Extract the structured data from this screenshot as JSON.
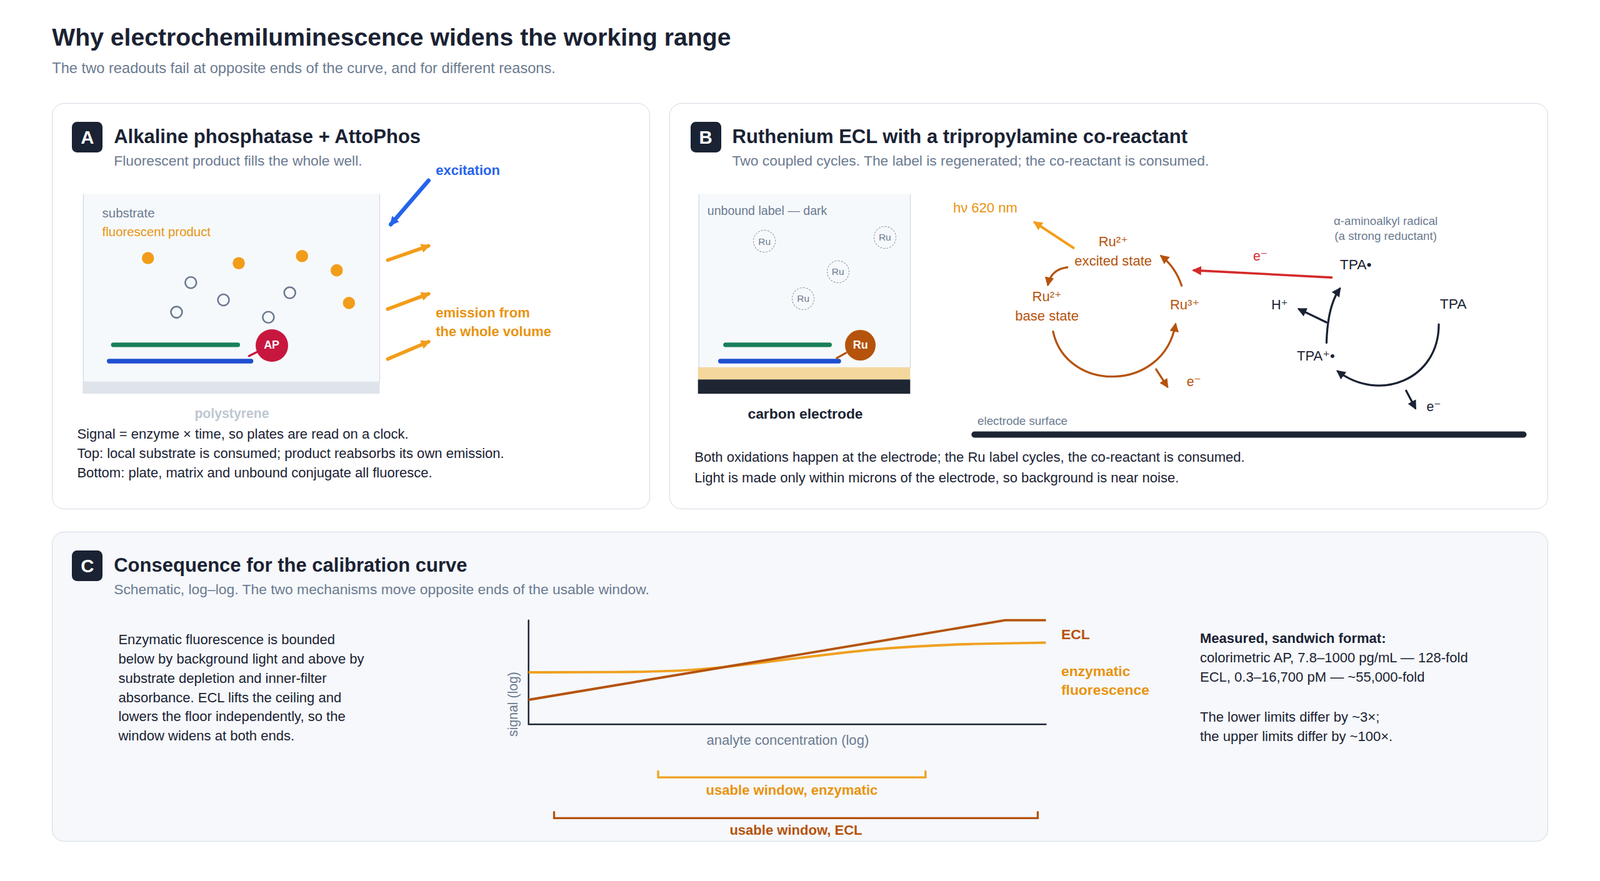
{
  "diagram": {
    "title": "Why electrochemiluminescence widens the working range",
    "caption": "The two readouts fail at opposite ends of the curve, and for different reasons.",
    "nodes": [
      {
        "text": [
          "Alkaline phosphatase + AttoPhos",
          "Fluorescent product fills the whole well.",
          "Signal = enzyme × time, so plates are read on a clock.",
          "Top: local substrate is consumed; product reabsorbs its own emission.",
          "Bottom: plate, matrix and unbound conjugate all fluoresce."
        ]
      },
      {
        "text": [
          "A"
        ],
        "in": 0
      },
      {
        "text": [
          "substrate",
          "fluorescent product",
          "polystyrene"
        ],
        "in": 0
      },
      {
        "text": [
          "AP"
        ],
        "in": 2
      },
      {
        "text": [
          "Ruthenium ECL with a tripropylamine co-reactant",
          "Two coupled cycles. The label is regenerated; the co-reactant is consumed.",
          "Both oxidations happen at the electrode; the Ru label cycles, the co-reactant is consumed.",
          "Light is made only within microns of the electrode, so background is near noise."
        ]
      },
      {
        "text": [
          "B"
        ],
        "in": 4
      },
      {
        "text": [
          "unbound label — dark",
          "carbon electrode"
        ],
        "in": 4
      },
      {
        "text": [
          "Ru"
        ],
        "in": 6
      },
      {
        "text": [
          "Ru"
        ],
        "in": 6
      },
      {
        "text": [
          "Ru"
        ],
        "in": 6
      },
      {
        "text": [
          "Ru"
        ],
        "in": 6
      },
      {
        "text": [
          "Ru"
        ],
        "in": 6
      },
      {
        "text": [
          "Consequence for the calibration curve",
          "Schematic, log–log. The two mechanisms move opposite ends of the usable window."
        ]
      },
      {
        "text": [
          "C"
        ],
        "in": 12
      }
    ],
    "labels": [
      "excitation",
      "emission from",
      "the whole volume",
      "hν 620 nm",
      "Ru²⁺",
      "excited state",
      "Ru²⁺",
      "base state",
      "Ru³⁺",
      "e⁻",
      "e⁻",
      "α-aminoalkyl radical",
      "(a strong reductant)",
      "TPA•",
      "H⁺",
      "TPA",
      "TPA⁺•",
      "e⁻",
      "electrode surface",
      "Enzymatic fluorescence is bounded below by background light and above by substrate depletion and inner-filter absorbance. ECL lifts the ceiling and lowers the floor independently, so the window widens at both ends.",
      "signal (log)",
      "analyte concentration (log)",
      "ECL",
      "enzymatic",
      "fluorescence",
      "usable window, enzymatic",
      "usable window, ECL",
      "Measured, sandwich format:",
      "colorimetric AP, 7.8–1000 pg/mL — 128-fold",
      "ECL, 0.3–16,700 pM — ~55,000-fold",
      "The lower limits differ by ~3×;",
      "the upper limits differ by ~100×."
    ]
  }
}
